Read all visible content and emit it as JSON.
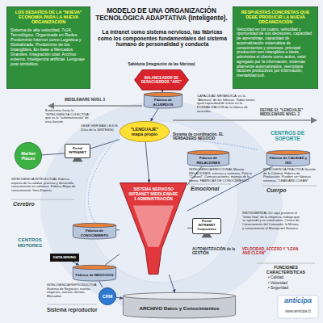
{
  "diagram": {
    "title": "MODELO DE UNA ORGANIZACIÓN TECNOLÓGICA ADAPTATIVA (Inteligente).",
    "nodes": [
      {
        "text": [
          "LOS DESAFÍOS DE LA \"NUEVA\" ECONOMÍA PARA LA NUEVA ORGANIZACIÓN",
          "Sistema de alta velocidad, 7x24, Tecnológico. Organizada en Redes. Predominio Internet como Logística y Globalizada. Predominio de los Intangibles, En base a Mercados Grandes. Integración total. Archivo externo. Inteligencia artificial. Lenguaje post simbólico."
        ]
      },
      {
        "text": [
          "RESPUESTAS CONCRETAS QUE DEBE PRODUCIR LA NUEVA ORGANIZACIÓN",
          "Velocidad en los cuatro, velocidad y oportunidad de sus decisiones, capacidad de aprendizaje, capacidad de automatización sistemática de conocimientos y procesos, principal producción son intangibles e ideas, administra el cliente como activo, valor agregado por la información, sistemas altamente automatizados, reemplaza factores productivos por información, mentalidad pull."
        ]
      },
      {
        "text": [
          "BALANCEADOR DE DESACUERDOS \"ARC\""
        ]
      },
      {
        "text": [
          "Fábrica de ACUERDOS"
        ]
      },
      {
        "text": [
          "\"LENGUAJE\" mapa propio"
        ]
      },
      {
        "text": [
          "Portal INTRANET"
        ]
      },
      {
        "text": [
          "Market Places"
        ]
      },
      {
        "text": [
          "Fábrica de RELACIONES"
        ]
      },
      {
        "text": [
          "Fábrica de CALIDAD y ISO"
        ]
      },
      {
        "text": [
          "SISTEMA NERVIOSO INTRANET MIDDLEWARE 1 ADMINISTRACIÓN"
        ]
      },
      {
        "text": [
          "Fábrica de CONOCIMIENTO"
        ]
      },
      {
        "text": [
          "Portal INTRANET Corporativo"
        ]
      },
      {
        "text": [
          "Fábrica de NEGOCIOS"
        ]
      },
      {
        "text": [
          "DATA MINING"
        ]
      },
      {
        "text": [
          "CRM"
        ]
      },
      {
        "text": [
          "ARCHIVO Datos y Conocimientos"
        ]
      }
    ],
    "edges": [
      {
        "from": 2,
        "to": 3,
        "arrow": "to"
      },
      {
        "from": 3,
        "to": 4,
        "arrow": "to"
      },
      {
        "from": 5,
        "to": 6,
        "arrow": "none"
      },
      {
        "from": 5,
        "to": 4,
        "arrow": "none"
      },
      {
        "from": 4,
        "to": 9,
        "arrow": "to"
      },
      {
        "from": 7,
        "to": 9,
        "arrow": "none"
      },
      {
        "from": 8,
        "to": 9,
        "arrow": "none"
      },
      {
        "from": 10,
        "to": 9,
        "arrow": "none"
      },
      {
        "from": 11,
        "to": 9,
        "arrow": "none"
      },
      {
        "from": 12,
        "to": 9,
        "arrow": "none"
      },
      {
        "from": 13,
        "to": 12,
        "arrow": "to"
      },
      {
        "from": 12,
        "to": 14,
        "arrow": "none"
      },
      {
        "from": 14,
        "to": 15,
        "arrow": "to"
      },
      {
        "from": 9,
        "to": 15,
        "arrow": "to"
      }
    ],
    "labels": [
      "La intranet como sistema nervioso, las fábricas como los componentes fundamentales del sistema humano de personalidad y conducta",
      "Sabiduría (Integración de las fábricas)",
      "MIDDLEWARE NIVEL 3",
      "Evoluciona hasta la \"INTELIGENCIA COLECTIVA\", que es la \"automatización\" de esta función",
      "CAPACIDAD METANOICA: es la \"Abertura\" de las fábricas. Todas tienen igual capacidad de entrar en la FORMALIZACIÓN de la fábrica de acuerdos",
      "DEFINE EL \"LENGUAJE\" MIDDLEWARE NIVEL 2",
      "DESE VER MAS LEJOS (Uso de la SÍNTESIS)",
      "Sistema de coordinación. EL VERDADERO NEGOCIO",
      "CENTROS DE SOPORTE",
      "INTELIGENCIA EMOCIONAL Manejo RELACIONES, internas y externas. Policía \"Cultural\". Comunicaciones, manejo de la fuerza. FABRICAS DE CONOCIMIENTO",
      "Emocional",
      "INTELIGENCIA PRÁCTICA Gestión de la Calidad, Fábrica de Producción. Pueden ser fábricas externas. \"LEAN AND CLEAN\"",
      "Cuerpo",
      "INTELIGENCIA INTELECTUAL Fábrica experta de la calidad, procesa y desarrolla conocimiento en software. Fábrica Mapa de conocimiento. Intra Experta",
      "Cerebro",
      "CENTROS MOTORES",
      "INTELIGENCIA REPRODUCTIVA Sistema de Negocios, nuevos negocios, nuevos clientes. Mercados",
      "Sistema reproductor",
      "AUTOMATIZACIÓN de la GESTIÓN",
      "INSTRUMENTAL De aquí proviene el \"know how\" de la empresa, trabajo que se aprende y se automatiza. Centro de Conocimiento del Comando, lo Mismo, y conocimiento al Manejo del Sistema.",
      "VELOCIDAD, ACCESO Y \"LEAN AND CLEAN\"",
      "FUNCIONES CARACTERÍSTICAS",
      "• Calidad",
      "• Velocidad",
      "• Seguridad",
      "anticipa",
      "www.anticipa.cl"
    ]
  }
}
